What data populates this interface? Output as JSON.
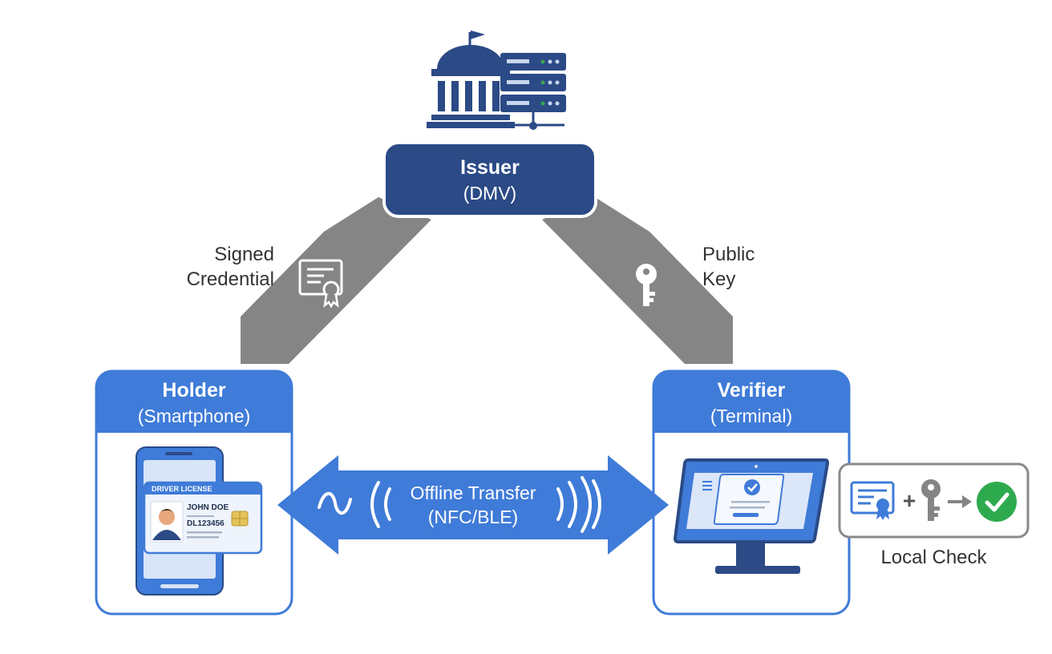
{
  "issuer": {
    "title": "Issuer",
    "subtitle": "(DMV)"
  },
  "holder": {
    "title": "Holder",
    "subtitle": "(Smartphone)"
  },
  "verifier": {
    "title": "Verifier",
    "subtitle": "(Terminal)"
  },
  "flows": {
    "signed_credential": [
      "Signed",
      "Credential"
    ],
    "public_key": [
      "Public",
      "Key"
    ],
    "offline_transfer": [
      "Offline Transfer",
      "(NFC/BLE)"
    ]
  },
  "license_card": {
    "header": "DRIVER LICENSE",
    "name": "JOHN DOE",
    "number": "DL123456"
  },
  "local_check": {
    "label": "Local Check",
    "operator_plus": "+"
  },
  "colors": {
    "navy": "#2b4a86",
    "blue": "#3f7bd8",
    "arrow_gray": "#858585",
    "border_gray": "#8a8a8a",
    "check_green": "#2eaa4e"
  },
  "icons": [
    "institution-icon",
    "server-rack-icon",
    "certificate-icon",
    "key-icon",
    "smartphone-icon",
    "id-card-icon",
    "wave-icon",
    "nfc-signal-icon",
    "terminal-icon",
    "arrow-right-icon",
    "check-circle-icon"
  ]
}
